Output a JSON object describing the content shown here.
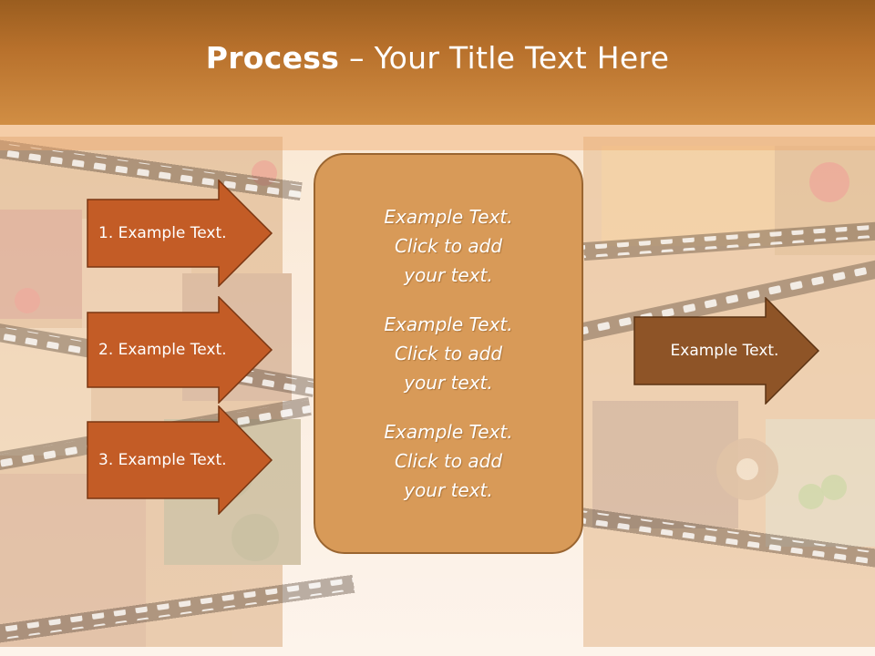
{
  "header": {
    "title_bold": "Process",
    "title_separator": "–",
    "title_rest": "Your Title Text Here"
  },
  "left_steps": [
    {
      "label": "1. Example Text."
    },
    {
      "label": "2. Example Text."
    },
    {
      "label": "3. Example Text."
    }
  ],
  "center": {
    "blocks": [
      {
        "lines": [
          "Example Text.",
          "Click  to add",
          "your text."
        ]
      },
      {
        "lines": [
          "Example Text.",
          "Click  to add",
          "your text."
        ]
      },
      {
        "lines": [
          "Example Text.",
          "Click  to add",
          "your text."
        ]
      }
    ]
  },
  "result": {
    "label": "Example Text."
  },
  "colors": {
    "header": "#b8712c",
    "step_fill": "#c35c26",
    "step_border": "#7a3612",
    "center_fill": "#d89a58",
    "result_fill": "#8e5427"
  }
}
